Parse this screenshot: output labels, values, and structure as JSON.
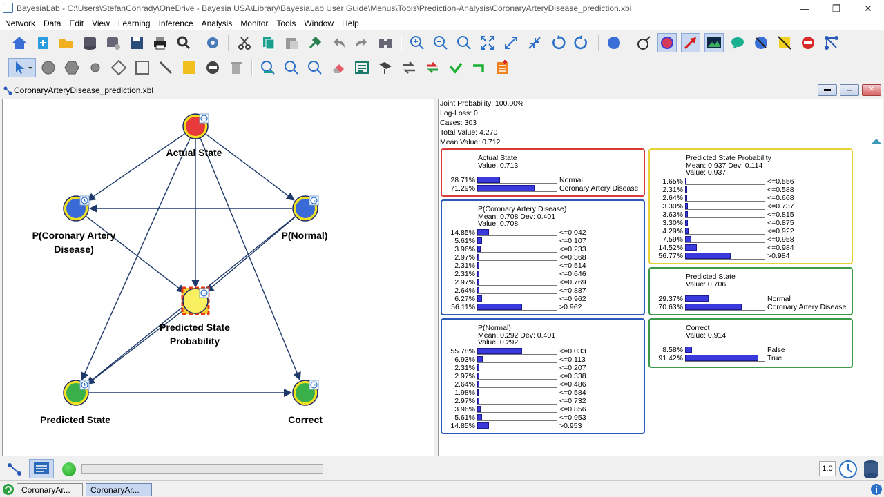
{
  "window": {
    "app_title": "BayesiaLab - C:\\Users\\StefanConrady\\OneDrive - Bayesia USA\\Library\\BayesiaLab User Guide\\Menus\\Tools\\Prediction-Analysis\\CoronaryArteryDisease_prediction.xbl",
    "minimize": "—",
    "restore": "❐",
    "close": "✕"
  },
  "menu": [
    "Network",
    "Data",
    "Edit",
    "View",
    "Learning",
    "Inference",
    "Analysis",
    "Monitor",
    "Tools",
    "Window",
    "Help"
  ],
  "document": {
    "tab_title": "CoronaryArteryDisease_prediction.xbl"
  },
  "graph": {
    "nodes": [
      {
        "id": "actual",
        "label": [
          "Actual State"
        ],
        "kind": "red"
      },
      {
        "id": "pcad",
        "label": [
          "P(Coronary Artery",
          "Disease)"
        ],
        "kind": "blue"
      },
      {
        "id": "pnormal",
        "label": [
          "P(Normal)"
        ],
        "kind": "blue"
      },
      {
        "id": "psp",
        "label": [
          "Predicted State",
          "Probability"
        ],
        "kind": "yellow"
      },
      {
        "id": "pstate",
        "label": [
          "Predicted State"
        ],
        "kind": "green"
      },
      {
        "id": "correct",
        "label": [
          "Correct"
        ],
        "kind": "green"
      }
    ]
  },
  "summary": {
    "joint": "Joint Probability: 100.00%",
    "logloss": "Log-Loss: 0",
    "cases": "Cases: 303",
    "total": "Total Value: 4.270",
    "mean": "Mean Value: 0.712"
  },
  "monitors": {
    "actual": {
      "title": "Actual State",
      "value": "Value: 0.713",
      "color": "#d83a3a",
      "rows": [
        {
          "pct": "28.71%",
          "v": 28.71,
          "label": "Normal"
        },
        {
          "pct": "71.29%",
          "v": 71.29,
          "label": "Coronary Artery Disease"
        }
      ]
    },
    "pcad": {
      "title": "P(Coronary Artery Disease)",
      "stat": "Mean: 0.708  Dev: 0.401",
      "value": "Value: 0.708",
      "color": "#2c58b8",
      "rows": [
        {
          "pct": "14.85%",
          "v": 14.85,
          "label": "<=0.042"
        },
        {
          "pct": "5.61%",
          "v": 5.61,
          "label": "<=0.107"
        },
        {
          "pct": "3.96%",
          "v": 3.96,
          "label": "<=0.233"
        },
        {
          "pct": "2.97%",
          "v": 2.97,
          "label": "<=0.368"
        },
        {
          "pct": "2.31%",
          "v": 2.31,
          "label": "<=0.514"
        },
        {
          "pct": "2.31%",
          "v": 2.31,
          "label": "<=0.646"
        },
        {
          "pct": "2.97%",
          "v": 2.97,
          "label": "<=0.769"
        },
        {
          "pct": "2.64%",
          "v": 2.64,
          "label": "<=0.887"
        },
        {
          "pct": "6.27%",
          "v": 6.27,
          "label": "<=0.962"
        },
        {
          "pct": "56.11%",
          "v": 56.11,
          "label": ">0.962"
        }
      ]
    },
    "pnormal": {
      "title": "P(Normal)",
      "stat": "Mean: 0.292  Dev: 0.401",
      "value": "Value: 0.292",
      "color": "#2c58b8",
      "rows": [
        {
          "pct": "55.78%",
          "v": 55.78,
          "label": "<=0.033"
        },
        {
          "pct": "6.93%",
          "v": 6.93,
          "label": "<=0.113"
        },
        {
          "pct": "2.31%",
          "v": 2.31,
          "label": "<=0.207"
        },
        {
          "pct": "2.97%",
          "v": 2.97,
          "label": "<=0.338"
        },
        {
          "pct": "2.64%",
          "v": 2.64,
          "label": "<=0.486"
        },
        {
          "pct": "1.98%",
          "v": 1.98,
          "label": "<=0.584"
        },
        {
          "pct": "2.97%",
          "v": 2.97,
          "label": "<=0.732"
        },
        {
          "pct": "3.96%",
          "v": 3.96,
          "label": "<=0.856"
        },
        {
          "pct": "5.61%",
          "v": 5.61,
          "label": "<=0.953"
        },
        {
          "pct": "14.85%",
          "v": 14.85,
          "label": ">0.953"
        }
      ]
    },
    "psp": {
      "title": "Predicted State Probability",
      "stat": "Mean: 0.937  Dev: 0.114",
      "value": "Value: 0.937",
      "color": "#e8d23a",
      "rows": [
        {
          "pct": "1.65%",
          "v": 1.65,
          "label": "<=0.556"
        },
        {
          "pct": "2.31%",
          "v": 2.31,
          "label": "<=0.588"
        },
        {
          "pct": "2.64%",
          "v": 2.64,
          "label": "<=0.668"
        },
        {
          "pct": "3.30%",
          "v": 3.3,
          "label": "<=0.737"
        },
        {
          "pct": "3.63%",
          "v": 3.63,
          "label": "<=0.815"
        },
        {
          "pct": "3.30%",
          "v": 3.3,
          "label": "<=0.875"
        },
        {
          "pct": "4.29%",
          "v": 4.29,
          "label": "<=0.922"
        },
        {
          "pct": "7.59%",
          "v": 7.59,
          "label": "<=0.958"
        },
        {
          "pct": "14.52%",
          "v": 14.52,
          "label": "<=0.984"
        },
        {
          "pct": "56.77%",
          "v": 56.77,
          "label": ">0.984"
        }
      ]
    },
    "pstate": {
      "title": "Predicted State",
      "value": "Value: 0.706",
      "color": "#3a9a4a",
      "rows": [
        {
          "pct": "29.37%",
          "v": 29.37,
          "label": "Normal"
        },
        {
          "pct": "70.63%",
          "v": 70.63,
          "label": "Coronary Artery Disease"
        }
      ]
    },
    "correct": {
      "title": "Correct",
      "value": "Value: 0.914",
      "color": "#3a9a4a",
      "rows": [
        {
          "pct": "8.58%",
          "v": 8.58,
          "label": "False"
        },
        {
          "pct": "91.42%",
          "v": 91.42,
          "label": "True"
        }
      ]
    }
  },
  "status": {
    "ratio": "1:0"
  },
  "taskbar": [
    {
      "label": "CoronaryAr..."
    },
    {
      "label": "CoronaryAr..."
    }
  ]
}
